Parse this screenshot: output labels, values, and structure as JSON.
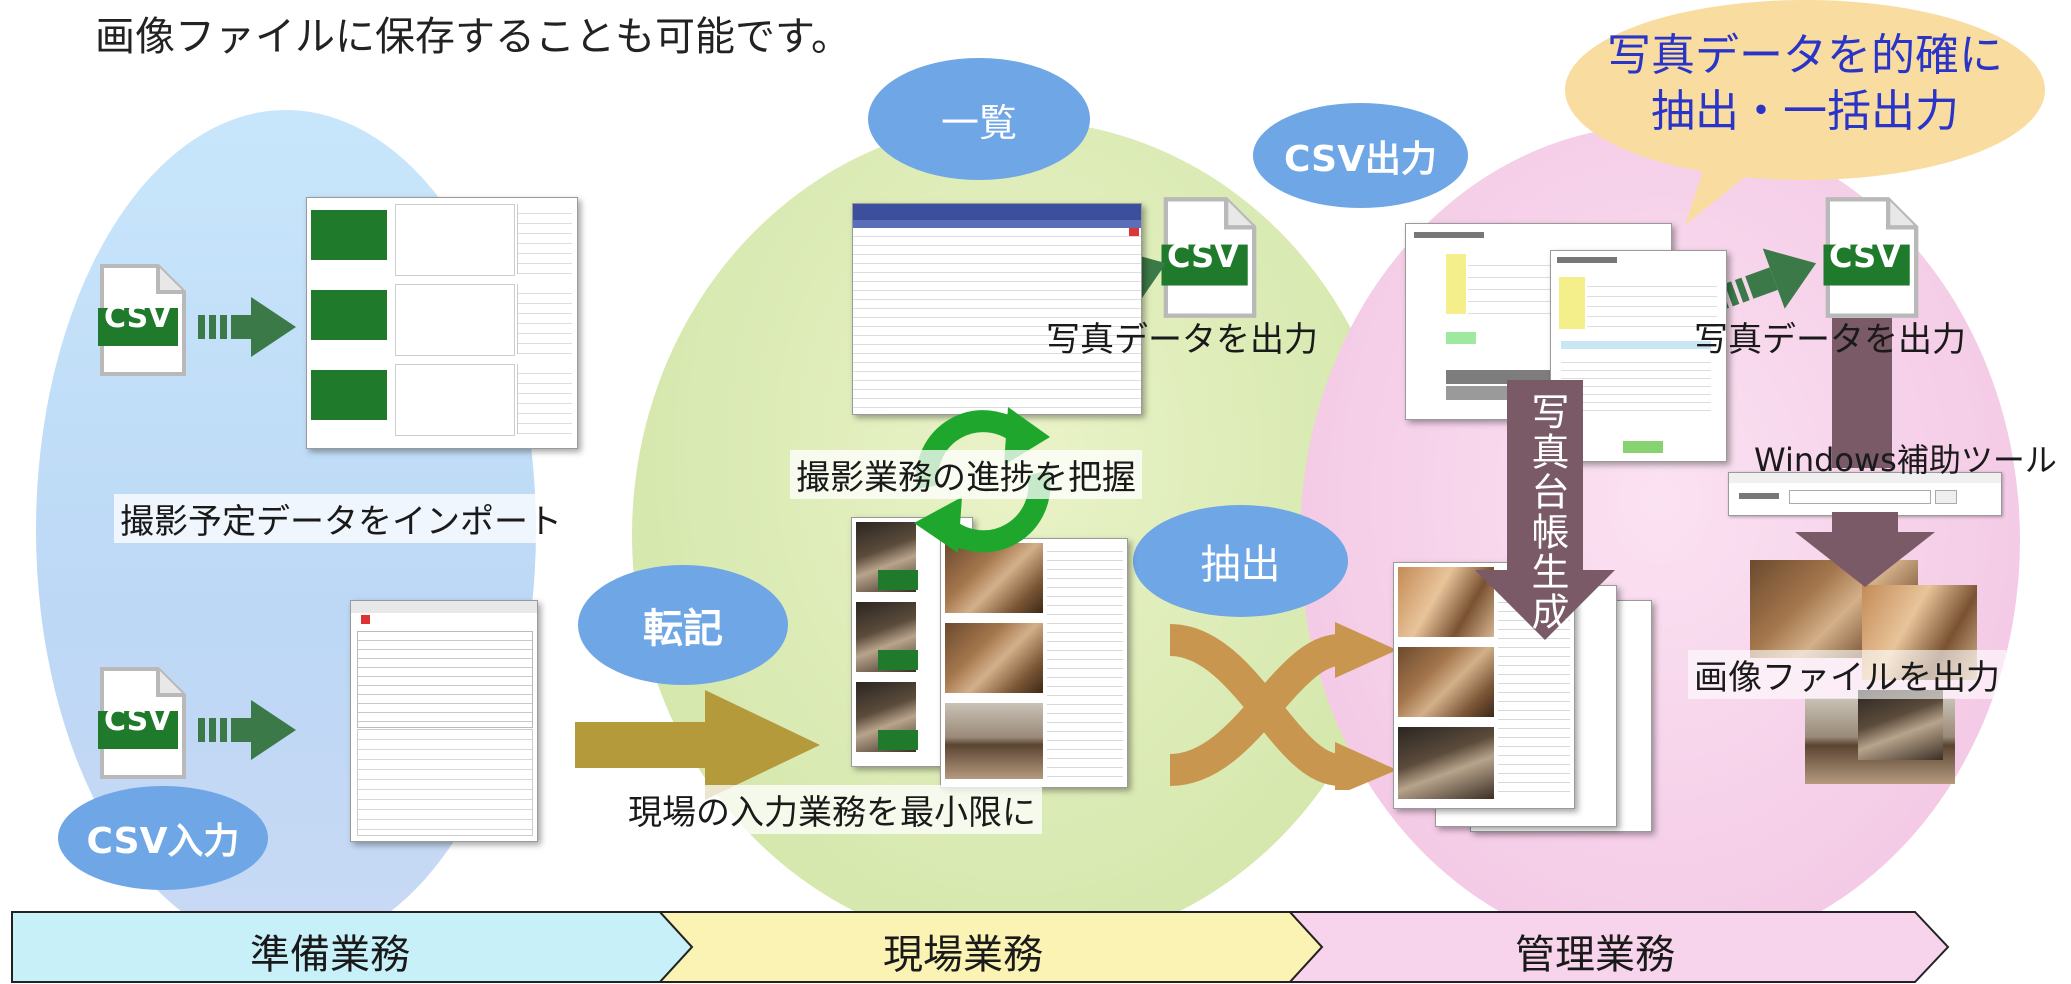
{
  "top_text": "画像ファイルに保存することも可能です。",
  "speech_bubble": "写真データを的確に\n抽出・一括出力",
  "tags": {
    "ichiran": "一覧",
    "csv_output": "CSV出力",
    "tenki": "転記",
    "chushutsu": "抽出",
    "csv_input": "CSV入力"
  },
  "captions": {
    "import": "撮影予定データをインポート",
    "progress": "撮影業務の進捗を把握",
    "minimize": "現場の入力業務を最小限に",
    "photo_out_center": "写真データを出力",
    "photo_out_right": "写真データを出力",
    "windows_tool": "Windows補助ツール",
    "image_out": "画像ファイルを出力"
  },
  "vertical_label": "写真台帳生成",
  "csv_icon_label": "CSV",
  "phases": [
    "準備業務",
    "現場業務",
    "管理業務"
  ],
  "colors": {
    "prep_oval": "#c3def8",
    "field_oval": "#dcecb8",
    "mgmt_oval": "#f6d0ea",
    "tag_blue": "#6fa6e6",
    "bubble": "#f8dca0",
    "csv_green": "#1f7a2c",
    "arrow_green": "#3b7a48",
    "arrow_gold": "#b59a3c",
    "arrow_tan": "#c9964f",
    "arrow_mauve": "#7a5a66",
    "phase_prep": "#c8f0f8",
    "phase_field": "#fbf3b4",
    "phase_mgmt": "#f8d4ec"
  }
}
